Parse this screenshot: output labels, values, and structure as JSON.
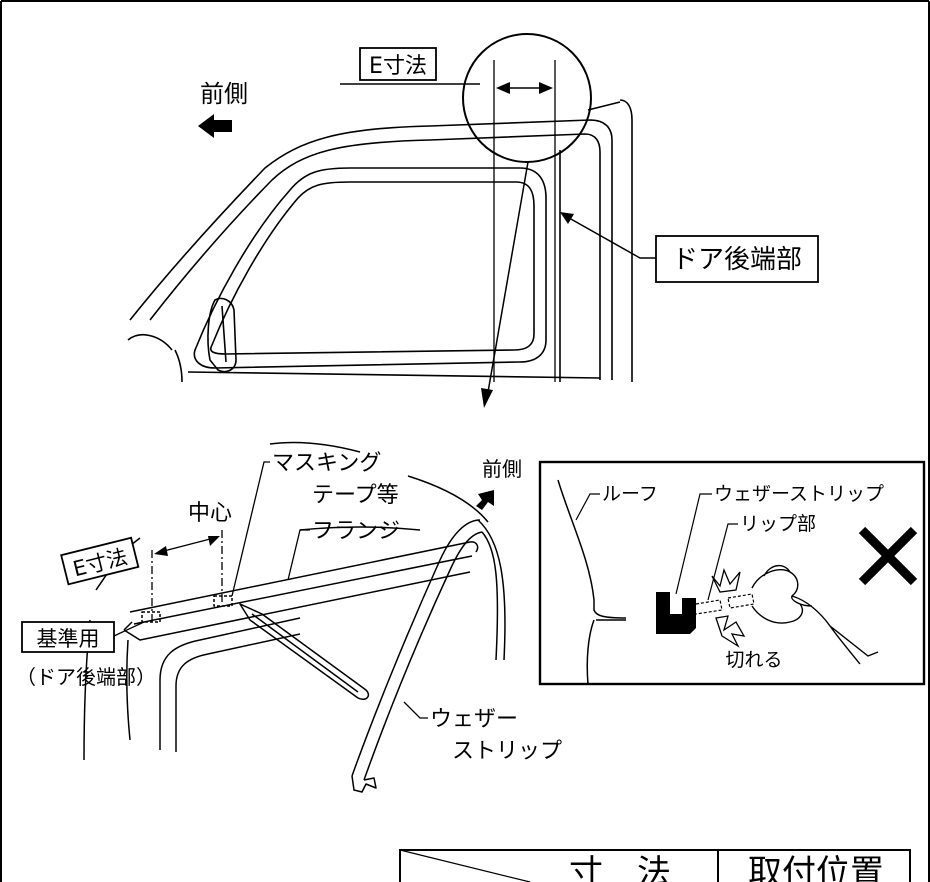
{
  "top_view": {
    "dimension_label": "E寸法",
    "front_label": "前側",
    "door_rear_edge_label": "ドア後端部"
  },
  "bottom_view": {
    "dimension_label": "E寸法",
    "center_label": "中心",
    "masking_label_line1": "マスキング",
    "masking_label_line2": "テープ等",
    "flange_label": "フランジ",
    "front_label": "前側",
    "reference_label": "基準用",
    "door_rear_edge_paren": "（ドア後端部）",
    "weatherstrip_line1": "ウェザー",
    "weatherstrip_line2": "ストリップ"
  },
  "inset": {
    "roof_label": "ルーフ",
    "weatherstrip_label": "ウェザーストリップ",
    "lip_label": "リップ部",
    "broken_label": "切れる",
    "prohibited_mark": "✕"
  },
  "table": {
    "header_dimension": "寸　法",
    "header_position": "取付位置"
  }
}
